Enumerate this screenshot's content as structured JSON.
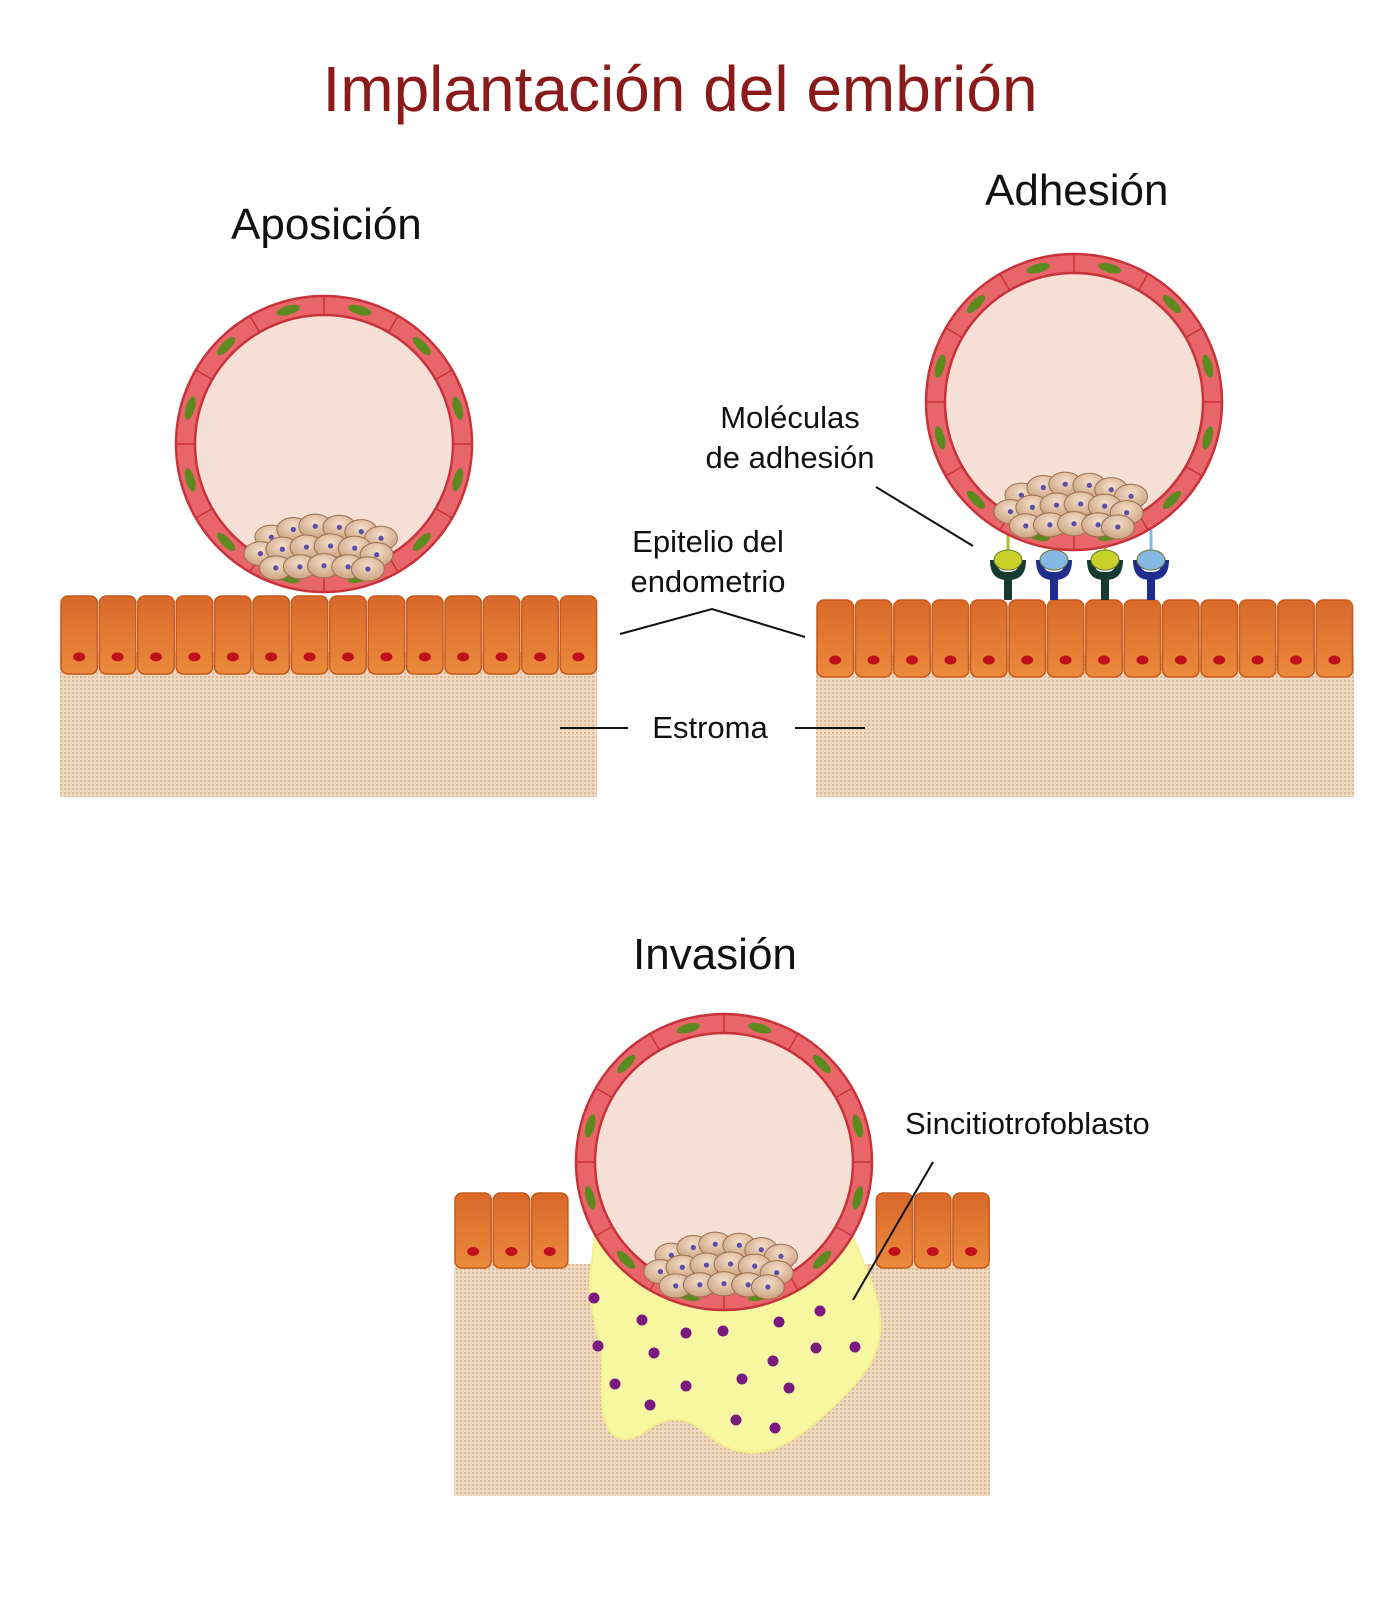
{
  "title": "Implantación del embrión",
  "stages": {
    "apposition": "Aposición",
    "adhesion": "Adhesión",
    "invasion": "Invasión"
  },
  "labels": {
    "adhesion_molecules": "Moléculas\nde adhesión",
    "endometrial_epithelium": "Epitelio del\nendometrio",
    "stroma": "Estroma",
    "syncytiotrophoblast": "Sincitiotrofoblasto"
  },
  "colors": {
    "title": "#8b1a1a",
    "trophoblast_ring": "#e8666a",
    "trophoblast_outline": "#c8323a",
    "nucleus_green": "#5d8a1e",
    "blastocoel": "#f6e0d6",
    "epithelium": "#e0752c",
    "epithelium_nucleus": "#c0101c",
    "stroma": "#e9cfb1",
    "syncytium": "#f7f7a2",
    "syncytium_nucleus": "#7a1a80",
    "molecule_yellow": "#c8d22a",
    "molecule_blue": "#86b8e6",
    "receptor_dark": "#173a30",
    "receptor_navy": "#1f2d8e"
  }
}
